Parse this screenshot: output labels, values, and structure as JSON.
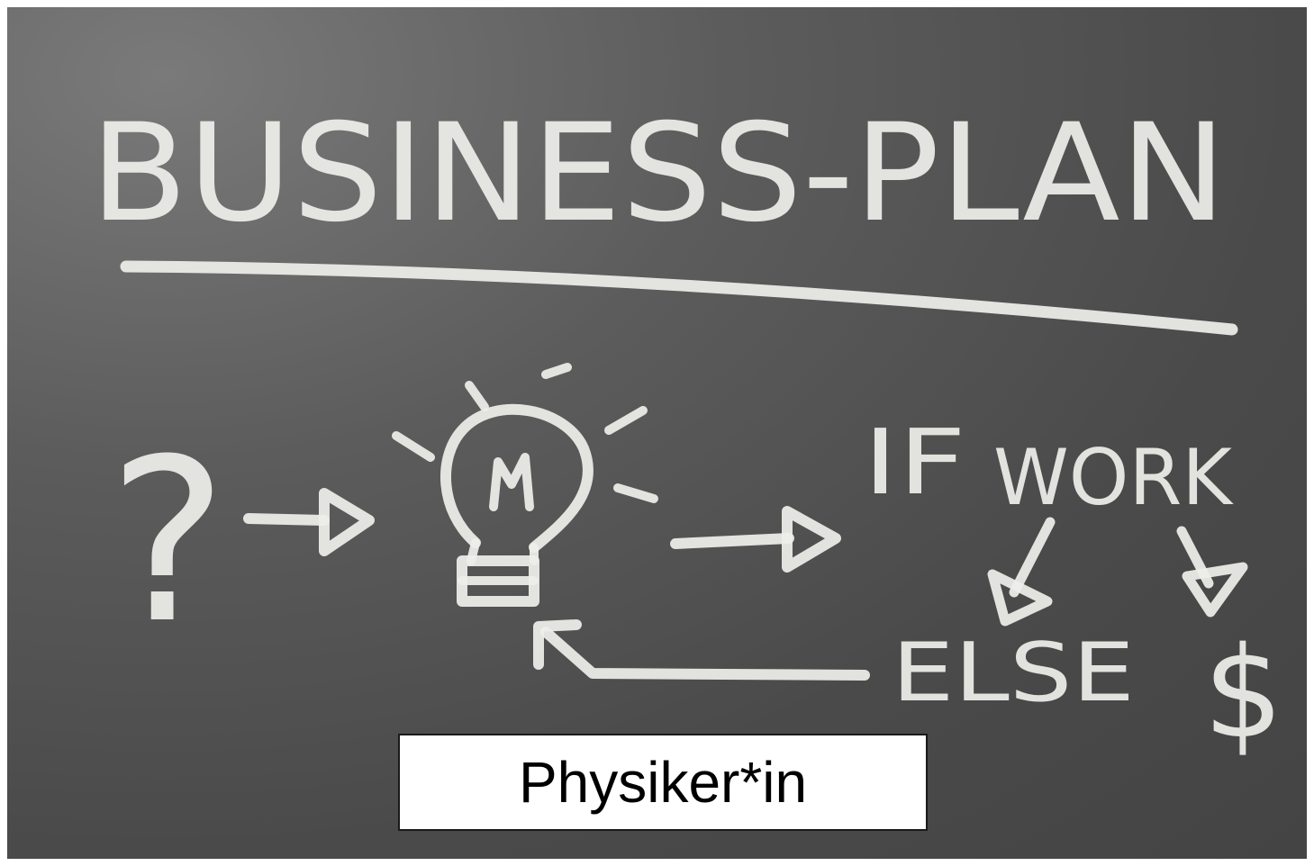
{
  "board": {
    "title": "BUSINESS-PLAN",
    "if_label": "IF",
    "work_label": "WORK",
    "else_label": "ELSE",
    "question_mark": "?",
    "dollar_sign": "$"
  },
  "caption": {
    "text": "Physiker*in"
  },
  "colors": {
    "chalk": "#eeeeea",
    "board": "#555555",
    "caption_background": "#ffffff"
  }
}
